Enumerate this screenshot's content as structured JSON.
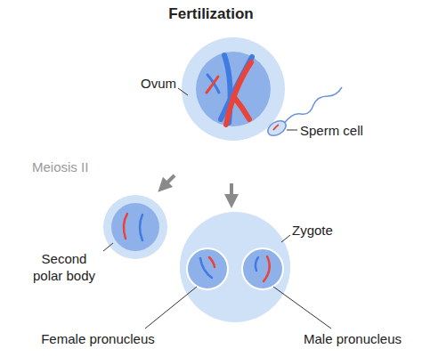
{
  "diagram": {
    "title": "Fertilization",
    "labels": [
      "Ovum",
      "Sperm cell",
      "Meiosis II",
      "Second polar body",
      "Zygote",
      "Female pronucleus",
      "Male pronucleus"
    ]
  }
}
